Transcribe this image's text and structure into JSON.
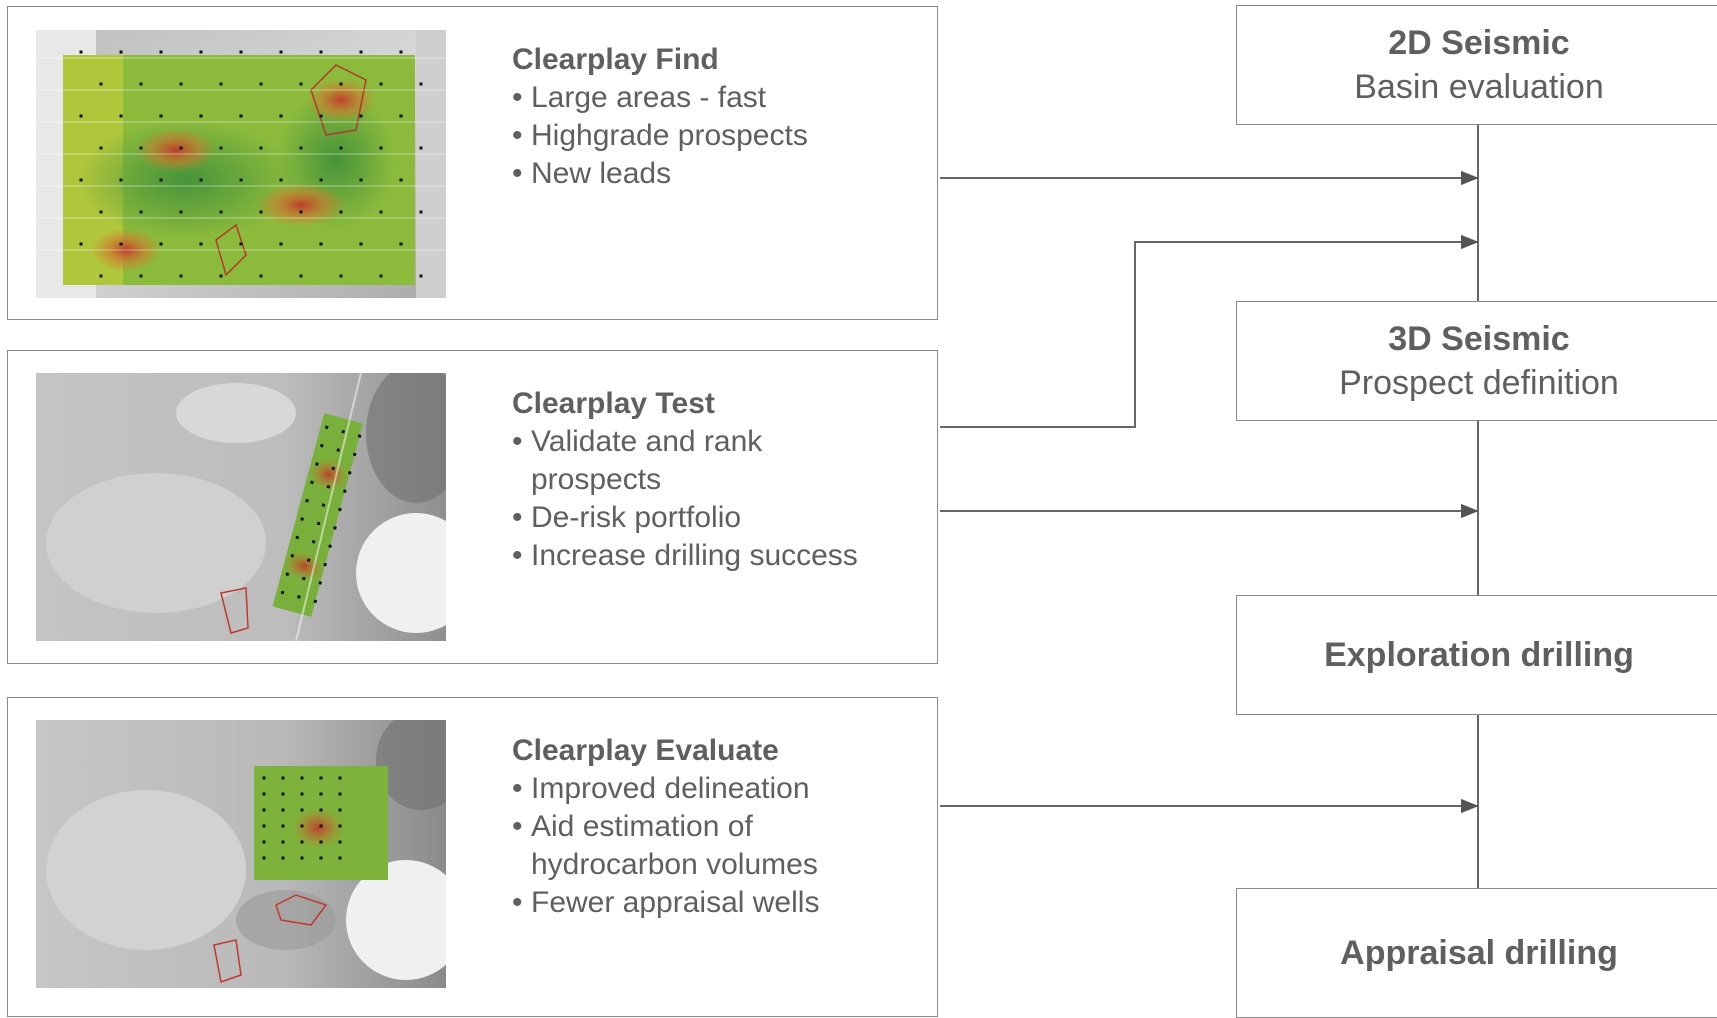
{
  "panels": [
    {
      "title": "Clearplay Find",
      "bullets": [
        "Large areas - fast",
        "Highgrade prospects",
        "New leads"
      ]
    },
    {
      "title": "Clearplay Test",
      "bullets": [
        "Validate and rank",
        "prospects",
        "De-risk portfolio",
        "Increase drilling success"
      ]
    },
    {
      "title": "Clearplay Evaluate",
      "bullets": [
        "Improved delineation",
        "Aid estimation of",
        "hydrocarbon volumes",
        "Fewer appraisal wells"
      ]
    }
  ],
  "stages": [
    {
      "title": "2D Seismic",
      "subtitle": "Basin evaluation"
    },
    {
      "title": "3D Seismic",
      "subtitle": "Prospect definition"
    },
    {
      "title": "Exploration drilling",
      "subtitle": ""
    },
    {
      "title": "Appraisal drilling",
      "subtitle": ""
    }
  ],
  "colors": {
    "text": "#5f5f5f",
    "border": "#8a8a8a",
    "arrow": "#555555",
    "heat_green": "#7fb63a",
    "heat_red": "#c0392b"
  }
}
